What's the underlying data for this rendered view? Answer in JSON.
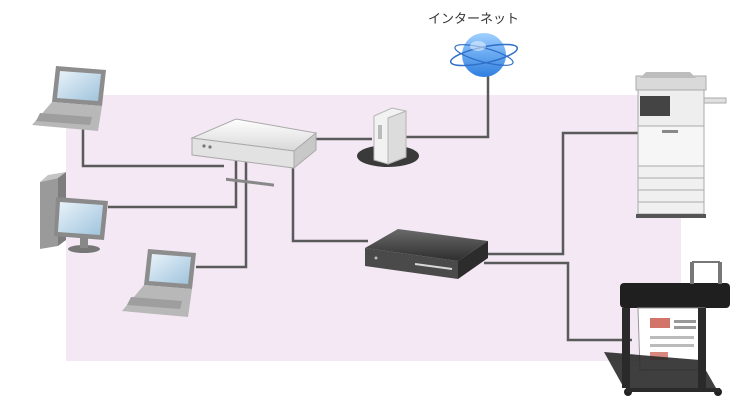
{
  "internet": {
    "label": "インターネット",
    "icon": "globe-icon"
  },
  "colors": {
    "lan_area": "#f3e8f3",
    "cable": "#555555",
    "globe": "#5aa3ee",
    "hub_light": "#f4f4f4",
    "hub_dark": "#3d3d3d"
  },
  "devices": [
    {
      "name": "laptop-top-left",
      "icon": "laptop-icon"
    },
    {
      "name": "desktop-pc",
      "icon": "desktop-computer-icon"
    },
    {
      "name": "laptop-bottom",
      "icon": "laptop-icon"
    },
    {
      "name": "network-hub",
      "icon": "network-switch-icon"
    },
    {
      "name": "router",
      "icon": "router-icon"
    },
    {
      "name": "print-server",
      "icon": "print-server-icon"
    },
    {
      "name": "multifunction-printer",
      "icon": "copier-icon"
    },
    {
      "name": "large-format-printer",
      "icon": "plotter-icon"
    }
  ]
}
